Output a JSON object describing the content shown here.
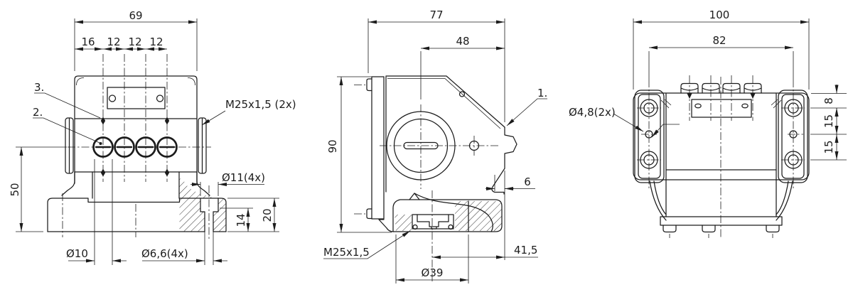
{
  "meta": {
    "type": "technical-drawing",
    "background": "#ffffff",
    "line_color": "#1c1c1c",
    "views": [
      "front",
      "side",
      "back"
    ]
  },
  "front": {
    "overall_width": "69",
    "pitches": [
      "16",
      "12",
      "12",
      "12"
    ],
    "height_axis_to_base": "50",
    "counterbore": "Ø11(4x)",
    "counterbore_depth": "14",
    "base_height": "20",
    "terminal_dia": "Ø10",
    "mounting_hole": "Ø6,6(4x)",
    "side_thread": "M25x1,5 (2x)",
    "callout_2": "2.",
    "callout_3": "3."
  },
  "side": {
    "overall_depth": "77",
    "axis_to_front": "48",
    "overall_height": "90",
    "callout_1": "1.",
    "edge_offset": "6",
    "bottom_thread": "M25x1,5",
    "axis_to_edge": "41,5",
    "boss_dia": "Ø39"
  },
  "back": {
    "overall_width": "100",
    "hole_column_spacing": "82",
    "fixing_hole": "Ø4,8(2x)",
    "top_to_hole": "8",
    "hole_pitch_upper": "15",
    "hole_pitch_lower": "15"
  }
}
